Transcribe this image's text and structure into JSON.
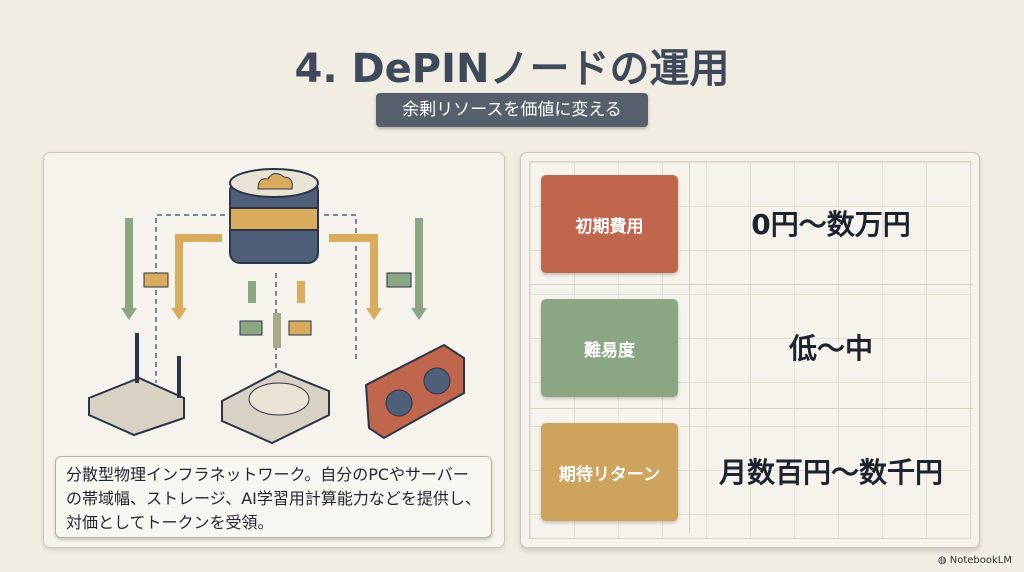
{
  "title": "4. DePINノードの運用",
  "subtitle": "余剰リソースを価値に変える",
  "description": "分散型物理インフラネットワーク。自分のPCやサーバーの帯域幅、ストレージ、AI学習用計算能力などを提供し、対価としてトークンを受領。",
  "rows": [
    {
      "label": "初期費用",
      "value": "0円〜数万円",
      "color": "#c0664d"
    },
    {
      "label": "難易度",
      "value": "低〜中",
      "color": "#8aa683"
    },
    {
      "label": "期待リターン",
      "value": "月数百円〜数千円",
      "color": "#cda35e"
    }
  ],
  "brand": "NotebookLM"
}
